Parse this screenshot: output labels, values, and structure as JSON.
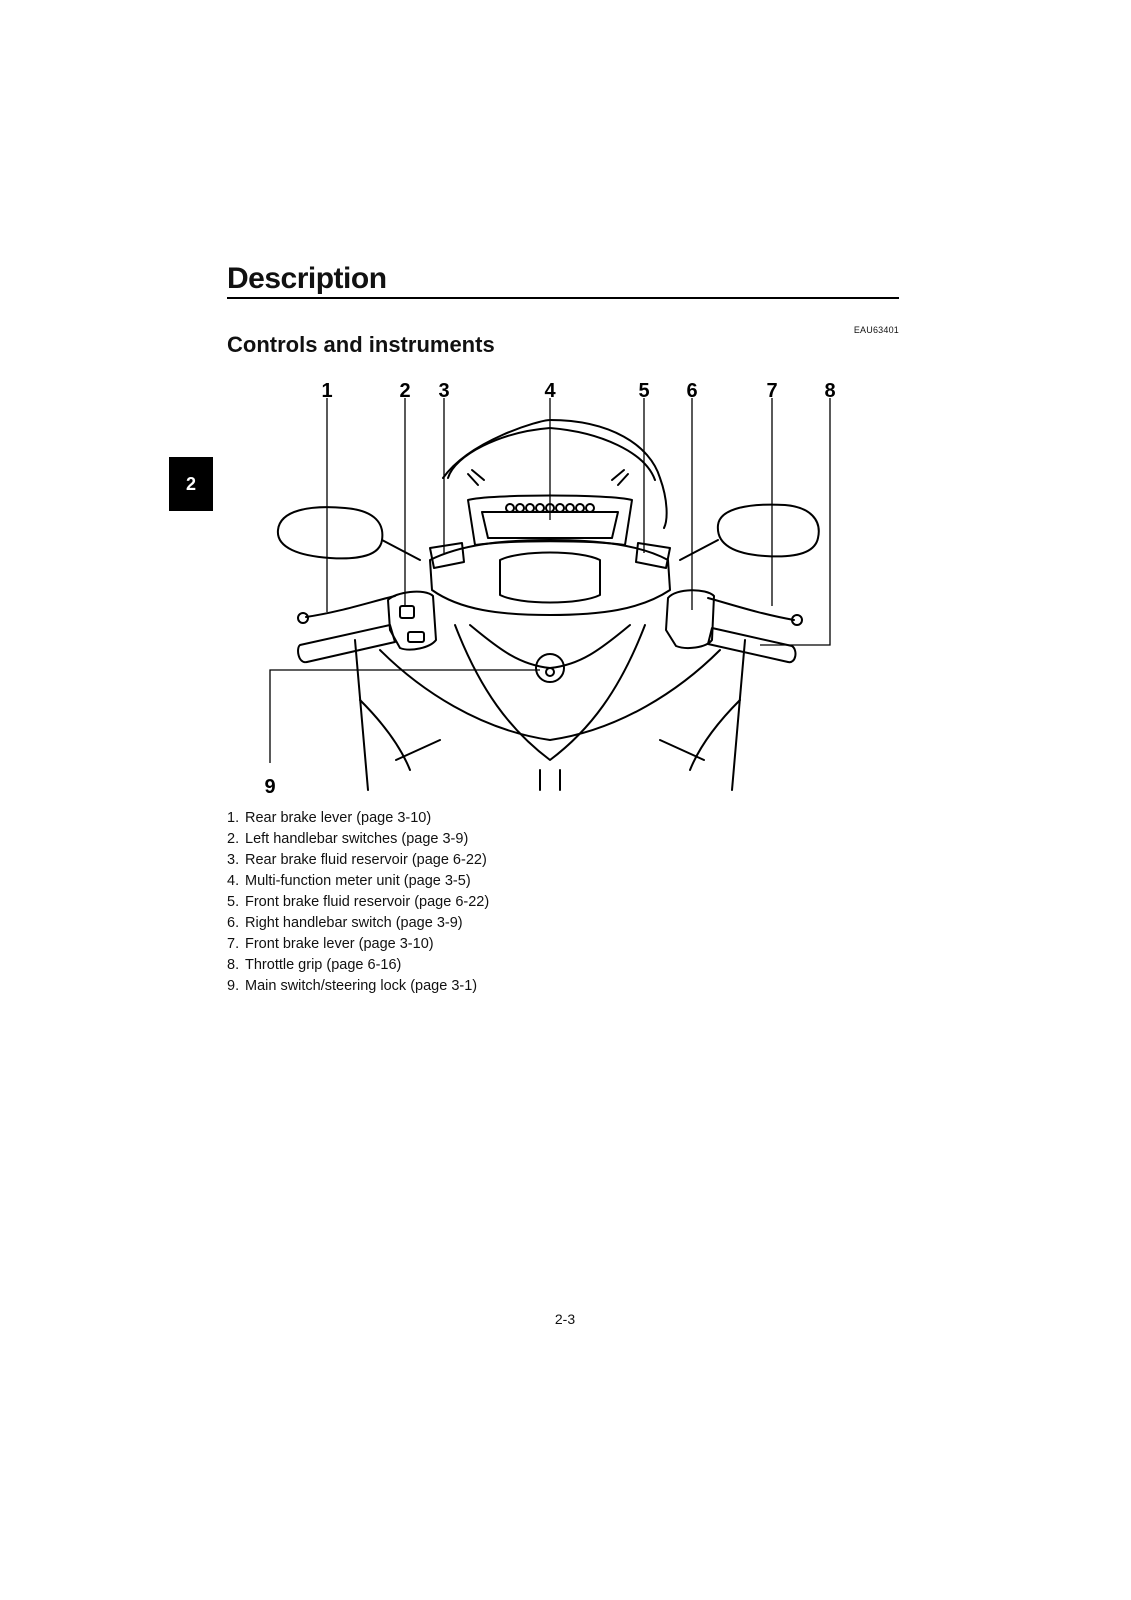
{
  "header": {
    "title": "Description",
    "section": "Controls and instruments",
    "code": "EAU63401",
    "chapter": "2"
  },
  "diagram": {
    "callouts": [
      "1",
      "2",
      "3",
      "4",
      "5",
      "6",
      "7",
      "8",
      "9"
    ]
  },
  "legend": [
    {
      "num": "1.",
      "text": "Rear brake lever (page 3-10)"
    },
    {
      "num": "2.",
      "text": "Left handlebar switches (page 3-9)"
    },
    {
      "num": "3.",
      "text": "Rear brake fluid reservoir (page 6-22)"
    },
    {
      "num": "4.",
      "text": "Multi-function meter unit (page 3-5)"
    },
    {
      "num": "5.",
      "text": "Front brake fluid reservoir (page 6-22)"
    },
    {
      "num": "6.",
      "text": "Right handlebar switch (page 3-9)"
    },
    {
      "num": "7.",
      "text": "Front brake lever (page 3-10)"
    },
    {
      "num": "8.",
      "text": "Throttle grip (page 6-16)"
    },
    {
      "num": "9.",
      "text": "Main switch/steering lock (page 3-1)"
    }
  ],
  "footer": {
    "page": "2-3"
  }
}
